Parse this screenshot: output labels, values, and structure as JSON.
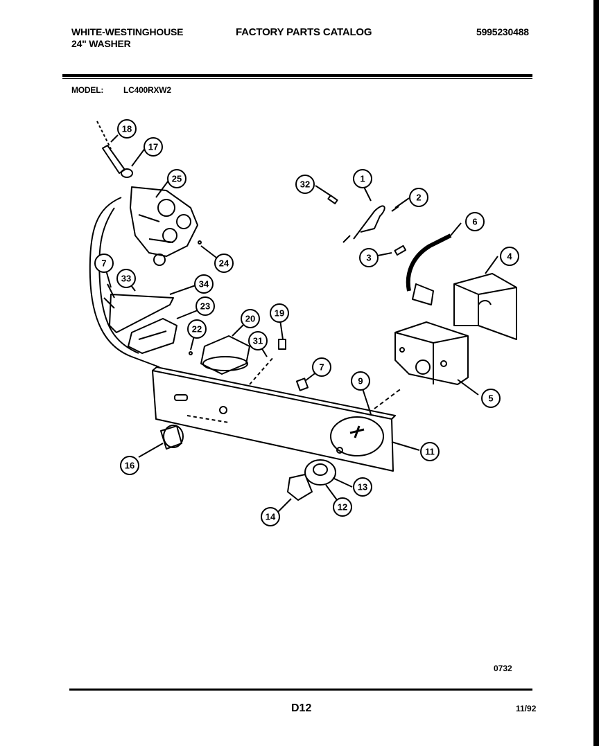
{
  "header": {
    "brand_line1": "WHITE-WESTINGHOUSE",
    "brand_line2": "24\" WASHER",
    "catalog_title": "FACTORY PARTS CATALOG",
    "part_number": "5995230488"
  },
  "model": {
    "label": "MODEL:",
    "value": "LC400RXW2"
  },
  "callouts": [
    "18",
    "17",
    "25",
    "32",
    "1",
    "2",
    "6",
    "3",
    "4",
    "7",
    "33",
    "34",
    "24",
    "23",
    "22",
    "20",
    "19",
    "31",
    "7",
    "9",
    "5",
    "11",
    "16",
    "13",
    "12",
    "14"
  ],
  "footer": {
    "figure_code": "0732",
    "page_code": "D12",
    "date": "11/92"
  }
}
